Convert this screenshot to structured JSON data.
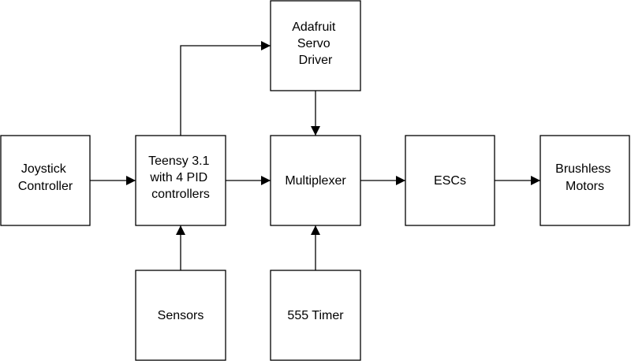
{
  "diagram": {
    "colors": {
      "stroke": "#000000",
      "fill": "#ffffff",
      "text": "#000000"
    },
    "blocks": {
      "joystick": [
        "Joystick",
        "Controller"
      ],
      "teensy": [
        "Teensy 3.1",
        "with 4 PID",
        "controllers"
      ],
      "servo_driver": [
        "Adafruit",
        "Servo",
        "Driver"
      ],
      "multiplexer": [
        "Multiplexer"
      ],
      "escs": [
        "ESCs"
      ],
      "motors": [
        "Brushless",
        "Motors"
      ],
      "sensors": [
        "Sensors"
      ],
      "timer": [
        "555 Timer"
      ]
    }
  }
}
